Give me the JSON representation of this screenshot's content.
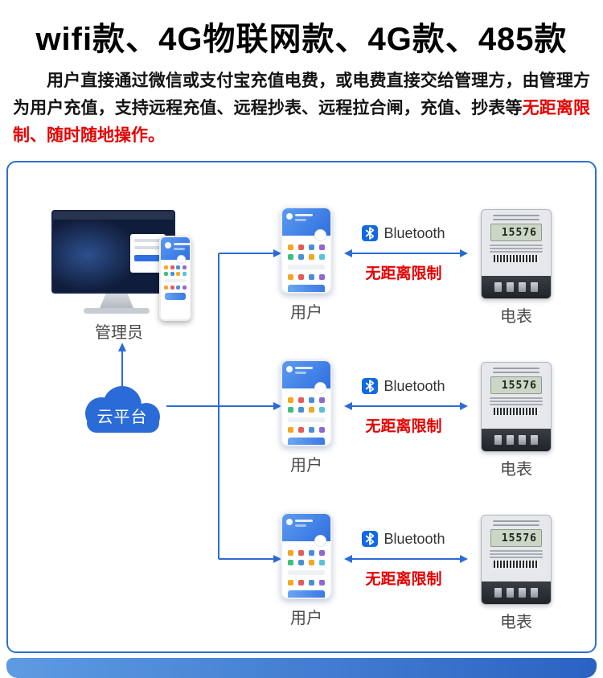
{
  "title": "wifi款、4G物联网款、4G款、485款",
  "intro": {
    "text": "用户直接通过微信或支付宝充值电费，或电费直接交给管理方，由管理方为用户充值，支持远程充值、远程抄表、远程拉合闸，充值、抄表等",
    "highlight": "无距离限制、随时随地操作。"
  },
  "diagram": {
    "admin_label": "管理员",
    "cloud_label": "云平台",
    "rows": [
      {
        "user_label": "用户",
        "bluetooth_label": "Bluetooth",
        "distance_label": "无距离限制",
        "meter_label": "电表",
        "meter_reading": "15576"
      },
      {
        "user_label": "用户",
        "bluetooth_label": "Bluetooth",
        "distance_label": "无距离限制",
        "meter_label": "电表",
        "meter_reading": "15576"
      },
      {
        "user_label": "用户",
        "bluetooth_label": "Bluetooth",
        "distance_label": "无距离限制",
        "meter_label": "电表",
        "meter_reading": "15576"
      }
    ]
  },
  "colors": {
    "accent_blue": "#2b6bd8",
    "alert_red": "#e60000",
    "panel_border": "#2e6fd4"
  }
}
